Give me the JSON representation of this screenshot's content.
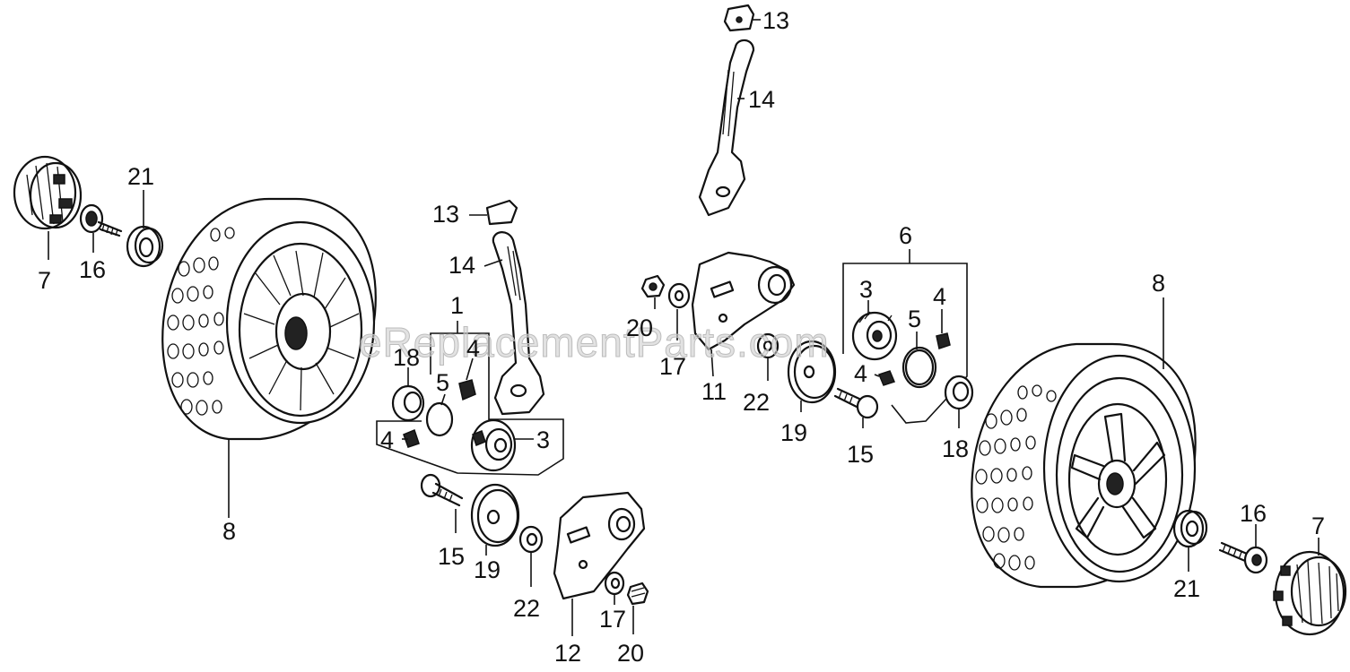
{
  "watermark": "eReplacementParts.com",
  "labels": {
    "l7a": "7",
    "l16a": "16",
    "l21a": "21",
    "l8a": "8",
    "l13a": "13",
    "l14a": "14",
    "l1": "1",
    "l18a": "18",
    "l4a": "4",
    "l5a": "5",
    "l4b": "4",
    "l3a": "3",
    "l15a": "15",
    "l19a": "19",
    "l22a": "22",
    "l12": "12",
    "l17a": "17",
    "l20a": "20",
    "l13b": "13",
    "l14b": "14",
    "l20b": "20",
    "l17b": "17",
    "l11": "11",
    "l22b": "22",
    "l19b": "19",
    "l6": "6",
    "l3b": "3",
    "l4c": "4",
    "l5b": "5",
    "l4d": "4",
    "l15b": "15",
    "l18b": "18",
    "l8b": "8",
    "l21b": "21",
    "l16b": "16",
    "l7b": "7"
  }
}
